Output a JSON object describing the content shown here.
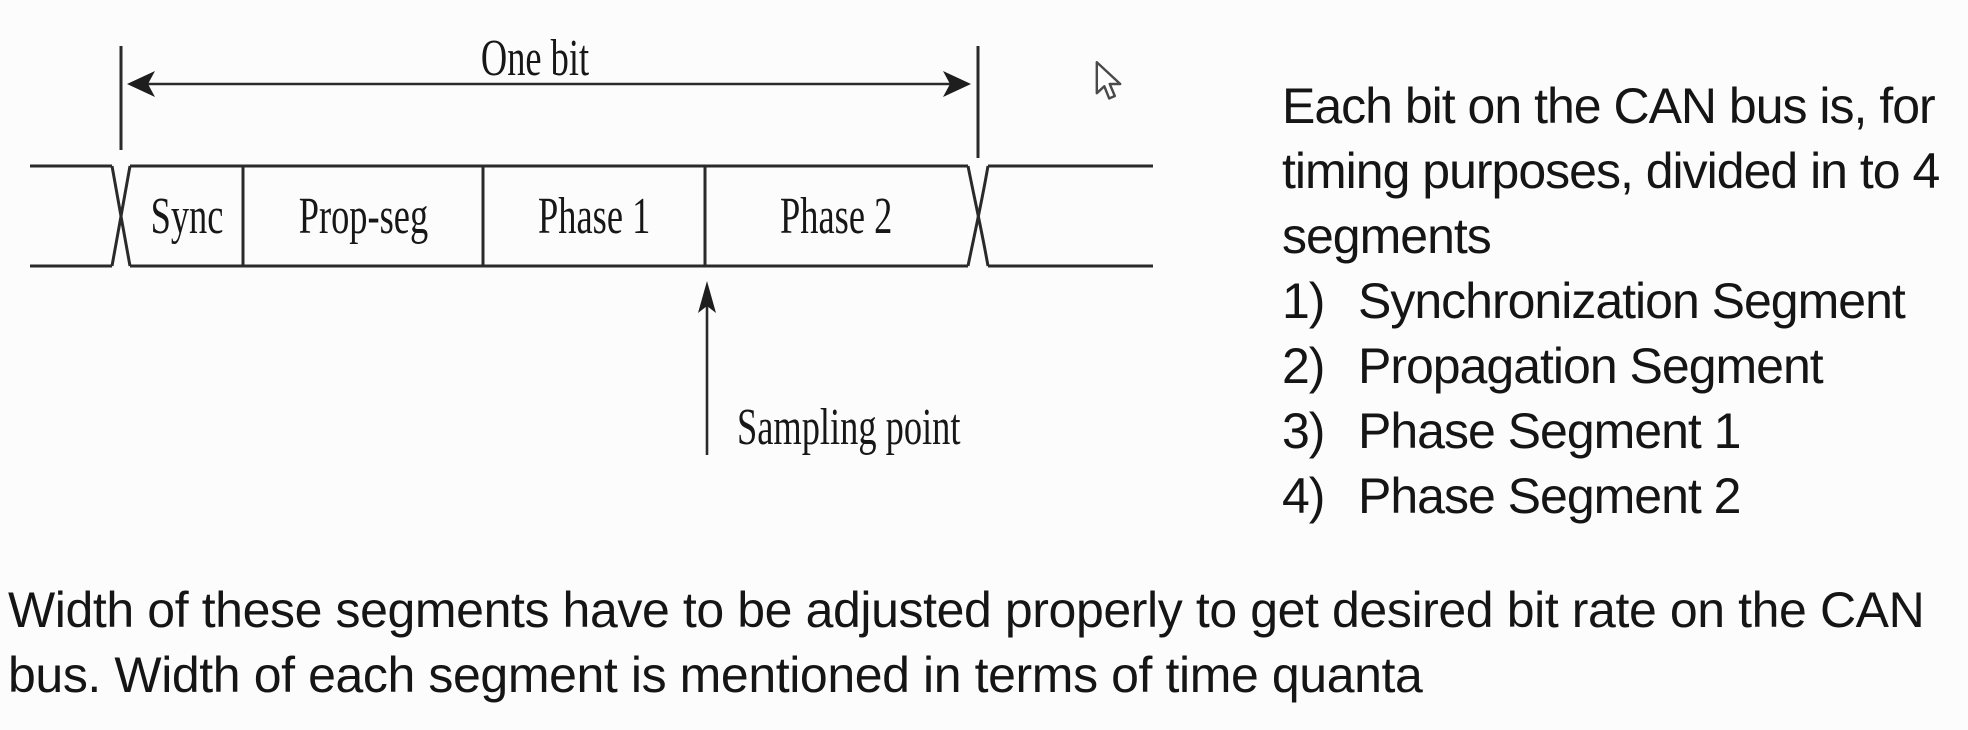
{
  "diagram": {
    "one_bit_label": "One bit",
    "segments": [
      {
        "label": "Sync"
      },
      {
        "label": "Prop-seg"
      },
      {
        "label": "Phase 1"
      },
      {
        "label": "Phase 2"
      }
    ],
    "sampling_point_label": "Sampling point"
  },
  "right_text": {
    "lines": [
      "Each bit on the CAN bus is, for",
      "timing purposes, divided in to 4",
      "segments"
    ],
    "list": [
      {
        "num": "1)",
        "label": "Synchronization Segment"
      },
      {
        "num": "2)",
        "label": "Propagation Segment"
      },
      {
        "num": "3)",
        "label": "Phase Segment 1"
      },
      {
        "num": "4)",
        "label": "Phase Segment 2"
      }
    ]
  },
  "bottom_text": {
    "lines": [
      "Width of these segments have to be adjusted properly to get desired bit rate on the CAN",
      "bus. Width of each segment is mentioned in terms of time quanta"
    ]
  },
  "colors": {
    "background": "#fcfcfc",
    "ink": "#2a2a2a",
    "text": "#151515"
  }
}
